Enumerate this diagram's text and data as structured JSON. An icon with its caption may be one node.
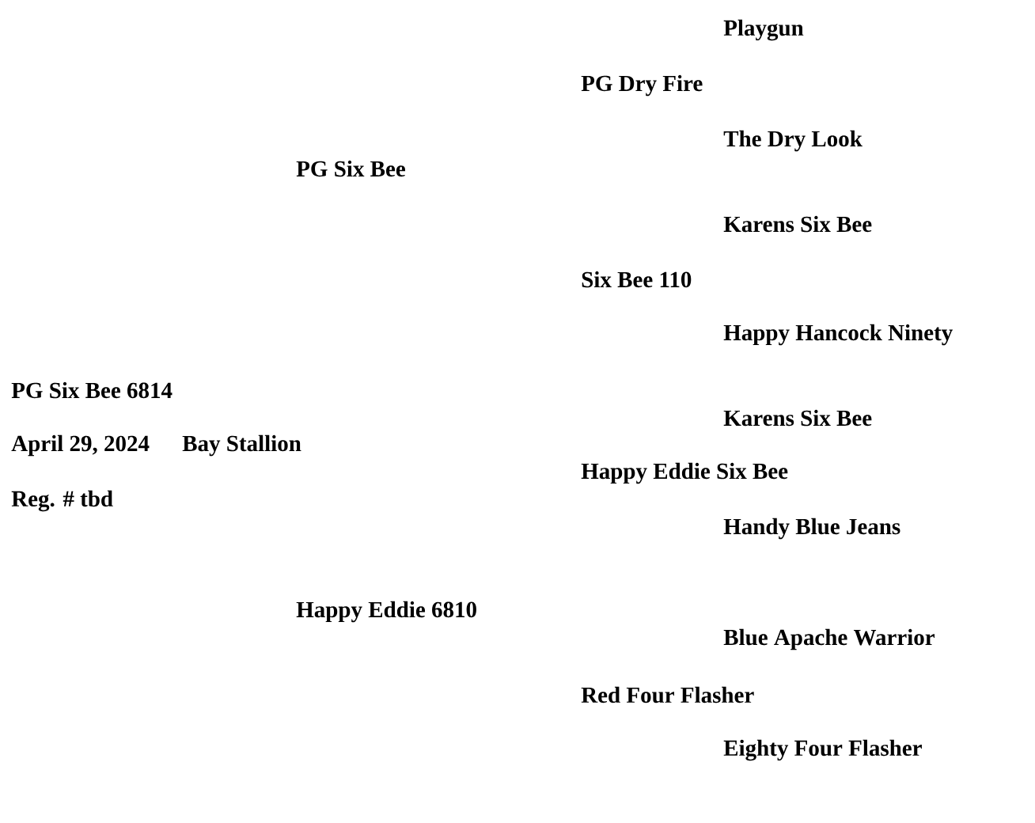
{
  "diagram": {
    "labels": [
      "Playgun",
      "PG Dry Fire",
      "The Dry Look",
      "PG Six Bee",
      "Karens Six Bee",
      "Six Bee 110",
      "Happy Hancock Ninety",
      "PG Six Bee 6814",
      "Karens Six Bee",
      "April 29, 2024",
      "Bay Stallion",
      "Happy Eddie Six Bee",
      "Reg. # tbd",
      "Handy Blue Jeans",
      "Happy Eddie 6810",
      "Blue Apache Warrior",
      "Red Four Flasher",
      "Eighty Four Flasher"
    ]
  }
}
